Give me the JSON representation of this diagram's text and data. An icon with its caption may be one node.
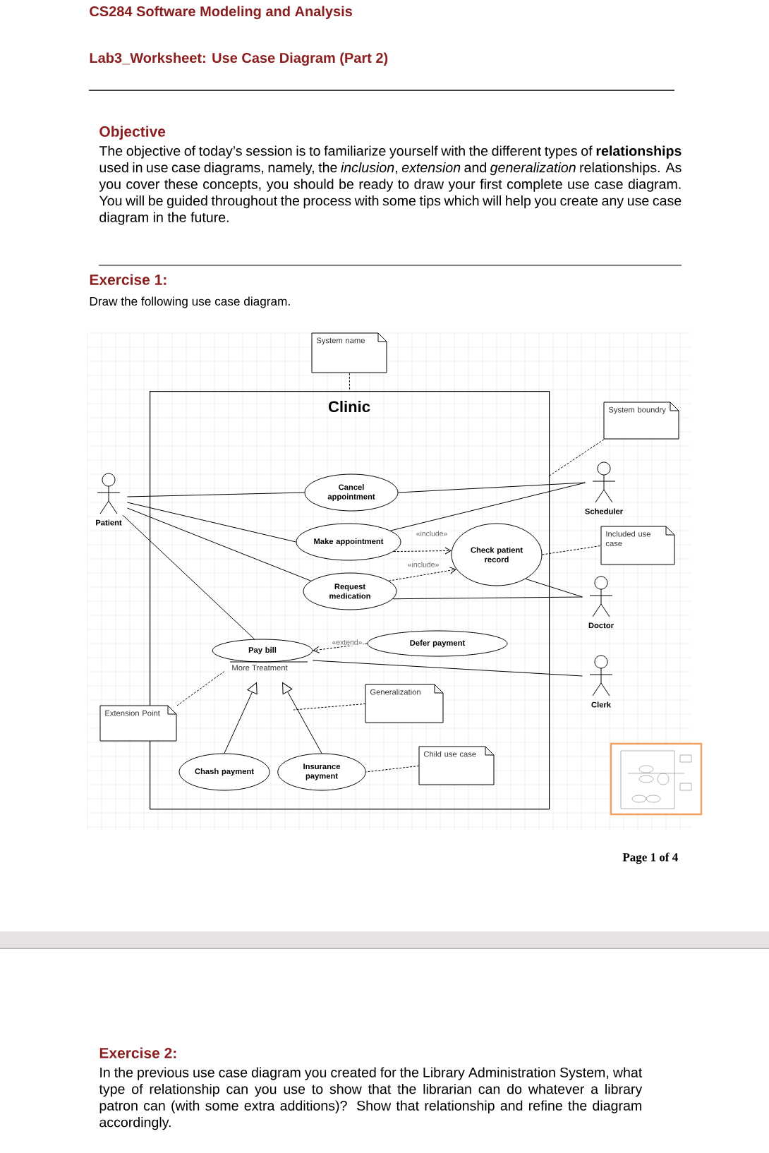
{
  "diagram": {
    "nodes": [
      {
        "text": [
          "System name"
        ]
      },
      {
        "text": [
          "Clinic"
        ]
      },
      {
        "text": [
          "System boundry"
        ]
      },
      {
        "text": [
          "Patient"
        ]
      },
      {
        "text": [
          "Cancel appointment"
        ],
        "in": 1
      },
      {
        "text": [
          "Scheduler"
        ]
      },
      {
        "text": [
          "Make appointment"
        ],
        "in": 1
      },
      {
        "text": [
          "Check patient record"
        ],
        "in": 1
      },
      {
        "text": [
          "Included use case"
        ]
      },
      {
        "text": [
          "Request medication"
        ],
        "in": 1
      },
      {
        "text": [
          "Doctor"
        ]
      },
      {
        "text": [
          "Pay bill"
        ],
        "beside": [
          "More Treatment"
        ],
        "in": 1
      },
      {
        "text": [
          "Defer payment"
        ],
        "in": 1
      },
      {
        "text": [
          "Clerk"
        ]
      },
      {
        "text": [
          "Extension Point"
        ]
      },
      {
        "text": [
          "Generalization"
        ],
        "in": 1
      },
      {
        "text": [
          "Chash payment"
        ],
        "in": 1
      },
      {
        "text": [
          "Insurance payment"
        ],
        "in": 1
      },
      {
        "text": [
          "Child use case"
        ],
        "in": 1
      }
    ],
    "edges": [
      {
        "from": 0,
        "to": 1,
        "arrow": "none",
        "style": "dashed"
      },
      {
        "from": 2,
        "to": 1,
        "arrow": "none",
        "style": "dashed"
      },
      {
        "from": 3,
        "to": 4,
        "arrow": "none"
      },
      {
        "from": 3,
        "to": 6,
        "arrow": "none"
      },
      {
        "from": 3,
        "to": 9,
        "arrow": "none"
      },
      {
        "from": 3,
        "to": 11,
        "arrow": "none"
      },
      {
        "from": 4,
        "to": 5,
        "arrow": "none"
      },
      {
        "from": 6,
        "to": 5,
        "arrow": "none"
      },
      {
        "from": 6,
        "to": 7,
        "arrow": "to",
        "style": "dashed",
        "label": "«include»"
      },
      {
        "from": 9,
        "to": 7,
        "arrow": "to",
        "style": "dashed",
        "label": "«include»"
      },
      {
        "from": 7,
        "to": 8,
        "arrow": "none",
        "style": "dashed"
      },
      {
        "from": 7,
        "to": 10,
        "arrow": "none"
      },
      {
        "from": 9,
        "to": 10,
        "arrow": "none"
      },
      {
        "from": 12,
        "to": 11,
        "arrow": "to",
        "style": "dashed",
        "label": "«extend»"
      },
      {
        "from": 11,
        "to": 13,
        "arrow": "none"
      },
      {
        "from": 14,
        "to": 11,
        "arrow": "none",
        "style": "dashed"
      },
      {
        "from": 16,
        "to": 11,
        "arrow": "to"
      },
      {
        "from": 17,
        "to": 11,
        "arrow": "to"
      },
      {
        "from": 15,
        "to": null,
        "arrow": "none",
        "style": "dashed"
      },
      {
        "from": 18,
        "to": 17,
        "arrow": "none",
        "style": "dashed"
      }
    ],
    "labels": [
      "CS284 Software Modeling and Analysis",
      "Lab3_Worksheet: Use Case Diagram (Part 2)",
      "Objective",
      "The objective of today’s session is to familiarize yourself with the different types of **relationships** used in use case diagrams, namely, the *inclusion*, *extension* and *generalization* relationships. As you cover these concepts, you should be ready to draw your first complete use case diagram. You will be guided throughout the process with some tips which will help you create any use case diagram in the future.",
      "Exercise 1:",
      "Draw the following use case diagram.",
      "Page 1 of 4",
      "Exercise 2:",
      "In the previous use case diagram you created for the Library Administration System, what type of relationship can you use to show that the librarian can do whatever a library patron can (with some extra additions)? Show that relationship and refine the diagram accordingly."
    ]
  }
}
